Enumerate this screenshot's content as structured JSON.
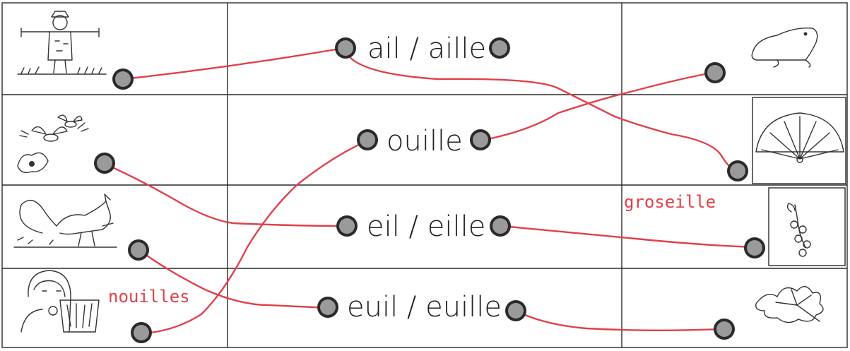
{
  "worksheet": {
    "sounds": [
      "ail / aille",
      "ouille",
      "eil / eille",
      "euil / euille"
    ],
    "handwritten": {
      "word_1": "nouilles",
      "word_2": "groseille"
    },
    "left_pictures": [
      "scarecrow-icon",
      "flies-icon",
      "squirrel-icon",
      "girl-eating-noodles-icon"
    ],
    "right_pictures": [
      "frog-icon",
      "fan-icon",
      "currants-icon",
      "leaf-icon"
    ],
    "pen_color": "#e0404a",
    "grid_color": "#2a2a2a"
  }
}
